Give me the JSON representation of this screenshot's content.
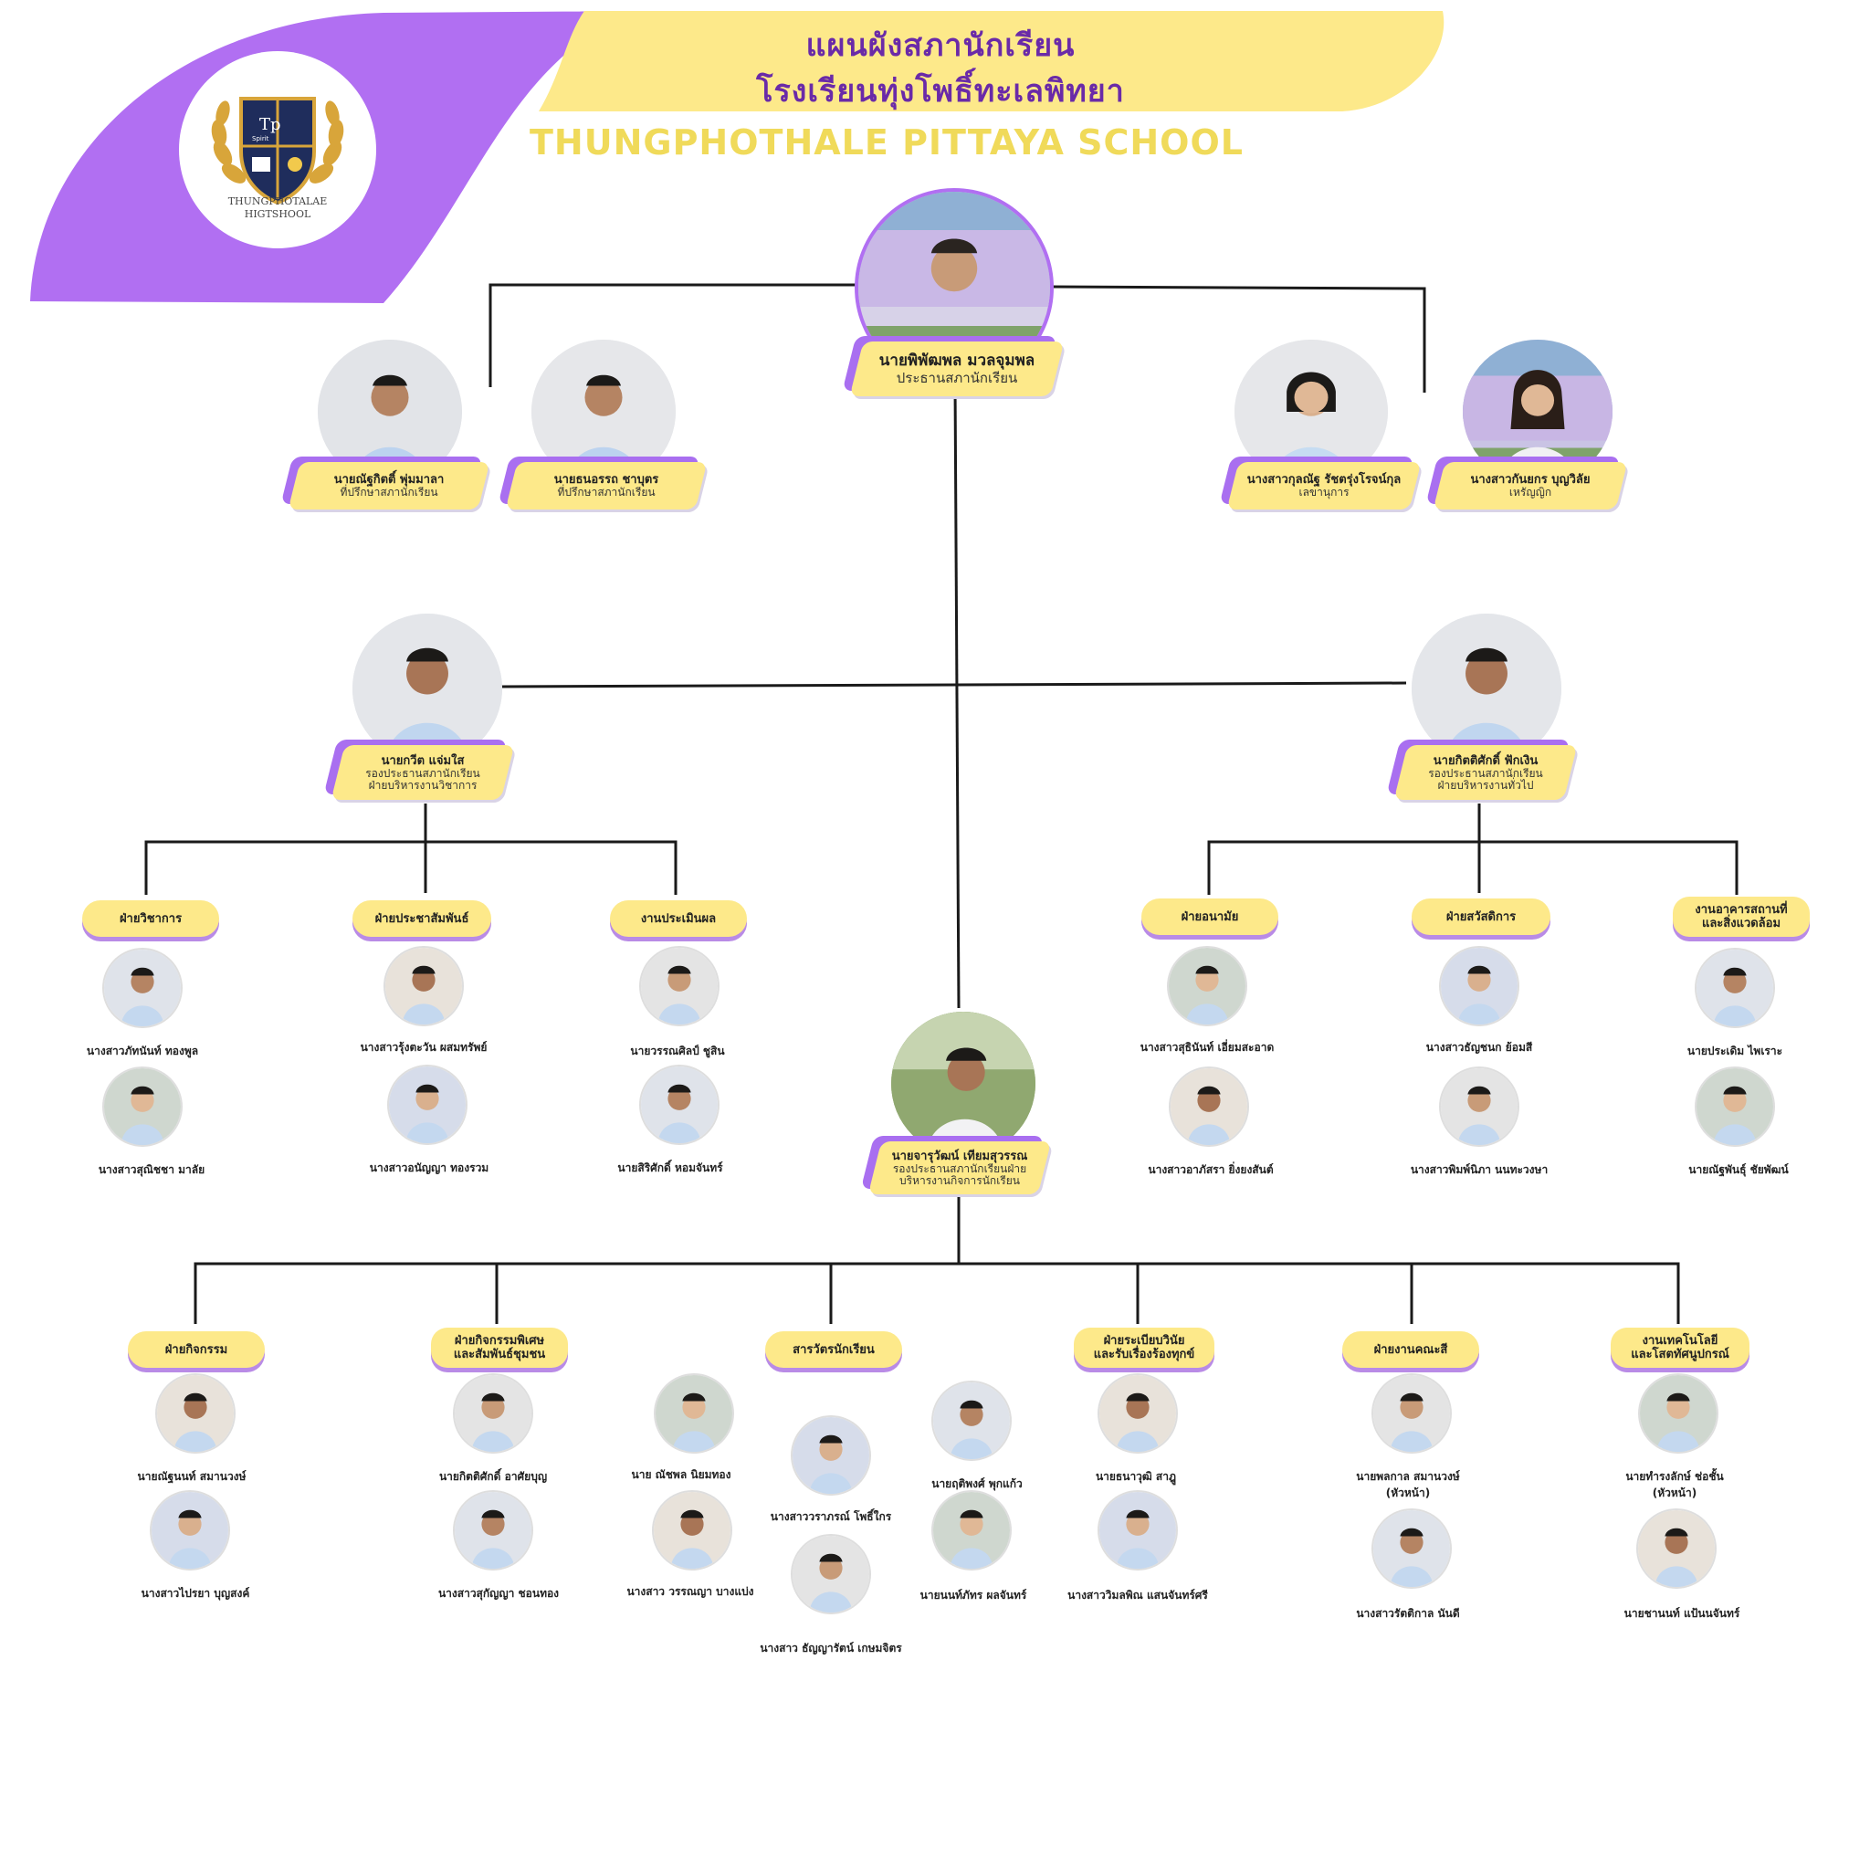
{
  "header": {
    "title_th_1": "แผนผังสภานักเรียน",
    "title_th_2": "โรงเรียนทุ่งโพธิ์ทะเลพิทยา",
    "title_en": "THUNGPHOTHALE PITTAYA SCHOOL",
    "logo_line1": "THUNGPHOTALAE",
    "logo_line2": "HIGTSHOOL",
    "logo_spirit": "Spirit",
    "logo_tp": "Tp"
  },
  "colors": {
    "purple": "#b16ff2",
    "yellow": "#fde98a",
    "title_purple": "#6a2aa8",
    "line": "#1a1a1a"
  },
  "president": {
    "name": "นายพิพัฒพล มวลจุมพล",
    "role": "ประธานสภานักเรียน"
  },
  "top_members": [
    {
      "name": "นายณัฐกิตติ์ พุ่มมาลา",
      "role": "ที่ปรึกษาสภานักเรียน"
    },
    {
      "name": "นายธนอรรถ ชาบุตร",
      "role": "ที่ปรึกษาสภานักเรียน"
    },
    {
      "name": "นางสาวกุลณัฐ รัชตรุ่งโรจน์กุล",
      "role": "เลขานุการ"
    },
    {
      "name": "นางสาวกันยกร บุญวิลัย",
      "role": "เหรัญญิก"
    }
  ],
  "vice_left": {
    "name": "นายกวีต แจ่มใส",
    "role1": "รองประธานสภานักเรียน",
    "role2": "ฝ่ายบริหารงานวิชาการ"
  },
  "vice_right": {
    "name": "นายกิตติศักดิ์ ฟักเงิน",
    "role1": "รองประธานสภานักเรียน",
    "role2": "ฝ่ายบริหารงานทั่วไป"
  },
  "vice_center": {
    "name": "นายจารุวัฒน์ เทียมสุวรรณ",
    "role1": "รองประธานสภานักเรียนฝ่าย",
    "role2": "บริหารงานกิจการนักเรียน"
  },
  "depts_left": [
    {
      "label": "ฝ่ายวิชาการ",
      "members": [
        "นางสาวภัทนันท์ ทองพูล",
        "นางสาวสุณิชชา มาลัย"
      ]
    },
    {
      "label": "ฝ่ายประชาสัมพันธ์",
      "members": [
        "นางสาวรุ้งตะวัน ผสมทรัพย์",
        "นางสาวอนัญญา ทองรวม"
      ]
    },
    {
      "label": "งานประเมินผล",
      "members": [
        "นายวรรณศิลป์ ชูสิน",
        "นายสิริศักดิ์ หอมจันทร์"
      ]
    }
  ],
  "depts_right": [
    {
      "label": "ฝ่ายอนามัย",
      "members": [
        "นางสาวสุธินันท์ เอี่ยมสะอาด",
        "นางสาวอาภัสรา ยิ่งยงสันต์"
      ]
    },
    {
      "label": "ฝ่ายสวัสดิการ",
      "members": [
        "นางสาวธัญชนก ย้อมสี",
        "นางสาวพิมพ์นิภา นนทะวงษา"
      ]
    },
    {
      "label1": "งานอาคารสถานที่",
      "label2": "และสิ่งแวดล้อม",
      "members": [
        "นายประเดิม ไพเราะ",
        "นายณัฐพันธุ์ ชัยพัฒน์"
      ]
    }
  ],
  "depts_bottom": [
    {
      "label1": "ฝ่ายกิจกรรม",
      "label2": "",
      "members": [
        "นายณัฐนนท์ สมานวงษ์",
        "นางสาวไปรยา บุญสงค์"
      ]
    },
    {
      "label1": "ฝ่ายกิจกรรมพิเศษ",
      "label2": "และสัมพันธ์ชุมชน",
      "members": [
        "นายกิตติศักดิ์ อาศัยบุญ",
        "นางสาวสุกัญญา ชอนทอง"
      ]
    },
    {
      "label1": "สารวัตรนักเรียน",
      "label2": "",
      "members": [
        "นาย ณัชพล นิยมทอง",
        "นางสาว วรรณญา บางแบ่ง",
        "นางสาววราภรณ์ โพธิ์ใกร",
        "นางสาว ธัญญารัตน์ เกษมจิตร",
        "นายฤติพงศ์ พุกแก้ว",
        "นายนนท์ภัทร ผลจันทร์"
      ]
    },
    {
      "label1": "ฝ่ายระเบียบวินัย",
      "label2": "และรับเรื่องร้องทุกข์",
      "members": [
        "นายธนาวุฒิ สาฎู",
        "นางสาววิมลพิณ แสนจันทร์ศรี"
      ]
    },
    {
      "label1": "ฝ่ายงานคณะสี",
      "label2": "",
      "members": [
        "นายพลกาล สมานวงษ์",
        "(หัวหน้า)",
        "นางสาวรัตติกาล นันดี"
      ]
    },
    {
      "label1": "งานเทคโนโลยี",
      "label2": "และโสตทัศนูปกรณ์",
      "members": [
        "นายทำรงลักษ์ ช่อชั้น",
        "(หัวหน้า)",
        "นายชานนท์ แป้นนจันทร์"
      ]
    }
  ]
}
